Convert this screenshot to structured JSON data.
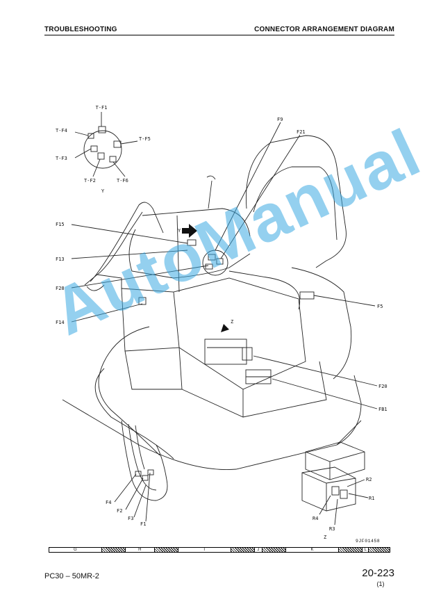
{
  "header": {
    "left": "TROUBLESHOOTING",
    "right": "CONNECTOR ARRANGEMENT DIAGRAM"
  },
  "diagram": {
    "inset_y_labels": [
      "T-F1",
      "T-F4",
      "T-F5",
      "T-F3",
      "T-F2",
      "T-F6"
    ],
    "inset_y_title": "Y",
    "main_labels": {
      "f9": "F9",
      "f21": "F21",
      "f15": "F15",
      "y_arrow": "Y",
      "f13": "F13",
      "f28": "F28",
      "f14": "F14",
      "f5": "F5",
      "z_arrow": "Z",
      "f20": "F20",
      "fb1": "FB1"
    },
    "bottom_left_labels": [
      "F4",
      "F2",
      "F3",
      "F1"
    ],
    "inset_z_labels": [
      "R2",
      "R1",
      "R4",
      "R3"
    ],
    "inset_z_title": "Z",
    "figure_code": "9JF01458"
  },
  "index_strip": [
    {
      "label": "G",
      "hatch": false
    },
    {
      "label": "",
      "hatch": true
    },
    {
      "label": "H",
      "hatch": false
    },
    {
      "label": "",
      "hatch": true
    },
    {
      "label": "I",
      "hatch": false
    },
    {
      "label": "",
      "hatch": true
    },
    {
      "label": "J",
      "hatch": false
    },
    {
      "label": "",
      "hatch": true
    },
    {
      "label": "K",
      "hatch": false
    },
    {
      "label": "",
      "hatch": true
    },
    {
      "label": "L",
      "hatch": false
    },
    {
      "label": "",
      "hatch": true
    }
  ],
  "watermark": "AutoManual",
  "footer": {
    "model": "PC30 – 50MR-2",
    "page": "20-223",
    "revision": "(1)"
  }
}
